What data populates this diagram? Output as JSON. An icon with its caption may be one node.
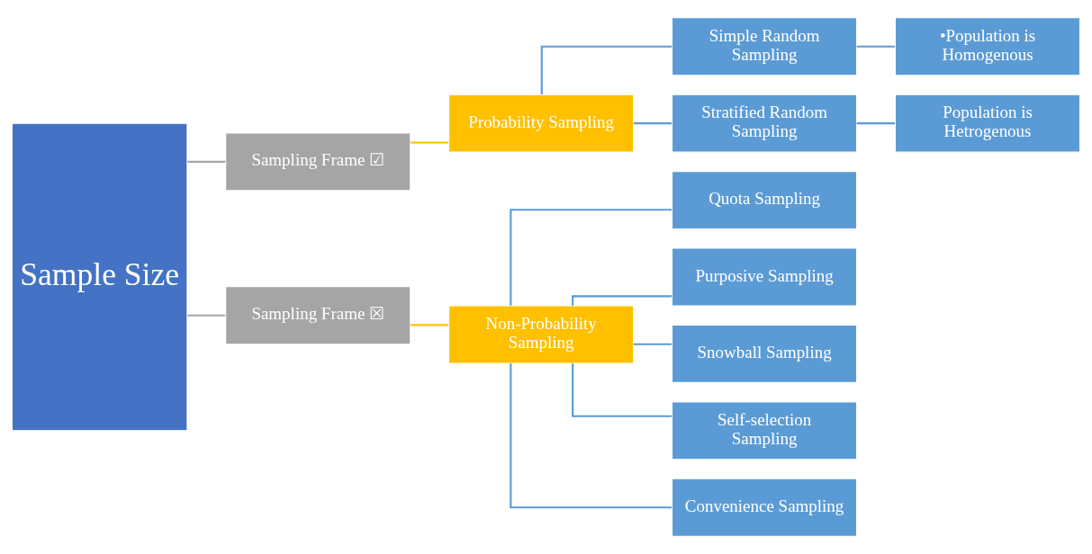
{
  "diagram": {
    "nodes": [
      {
        "text": [
          "Sample Size"
        ]
      },
      {
        "text": [
          "Sampling Frame ☑"
        ]
      },
      {
        "text": [
          "Sampling Frame ☒"
        ]
      },
      {
        "text": [
          "Probability Sampling"
        ]
      },
      {
        "text": [
          "Non-Probability Sampling"
        ]
      },
      {
        "text": [
          "Simple Random Sampling"
        ]
      },
      {
        "text": [
          "Stratified Random Sampling"
        ]
      },
      {
        "text": [
          "•Population is Homogenous"
        ]
      },
      {
        "text": [
          "Population is Hetrogenous"
        ]
      },
      {
        "text": [
          "Quota Sampling"
        ]
      },
      {
        "text": [
          "Purposive Sampling"
        ]
      },
      {
        "text": [
          "Snowball Sampling"
        ]
      },
      {
        "text": [
          "Self-selection Sampling"
        ]
      },
      {
        "text": [
          "Convenience Sampling"
        ]
      }
    ],
    "edges": [
      {
        "from": 0,
        "to": 1,
        "arrow": "none",
        "color": "#a5a5a5"
      },
      {
        "from": 0,
        "to": 2,
        "arrow": "none",
        "color": "#a5a5a5"
      },
      {
        "from": 1,
        "to": 3,
        "arrow": "none",
        "color": "#ffc000"
      },
      {
        "from": 2,
        "to": 4,
        "arrow": "none",
        "color": "#ffc000"
      },
      {
        "from": 3,
        "to": 5,
        "arrow": "none"
      },
      {
        "from": 3,
        "to": 6,
        "arrow": "none"
      },
      {
        "from": 5,
        "to": 7,
        "arrow": "none"
      },
      {
        "from": 6,
        "to": 8,
        "arrow": "none"
      },
      {
        "from": 4,
        "to": 9,
        "arrow": "none"
      },
      {
        "from": 4,
        "to": 10,
        "arrow": "none"
      },
      {
        "from": 4,
        "to": 11,
        "arrow": "none"
      },
      {
        "from": 4,
        "to": 12,
        "arrow": "none"
      },
      {
        "from": 4,
        "to": 13,
        "arrow": "none"
      }
    ]
  }
}
